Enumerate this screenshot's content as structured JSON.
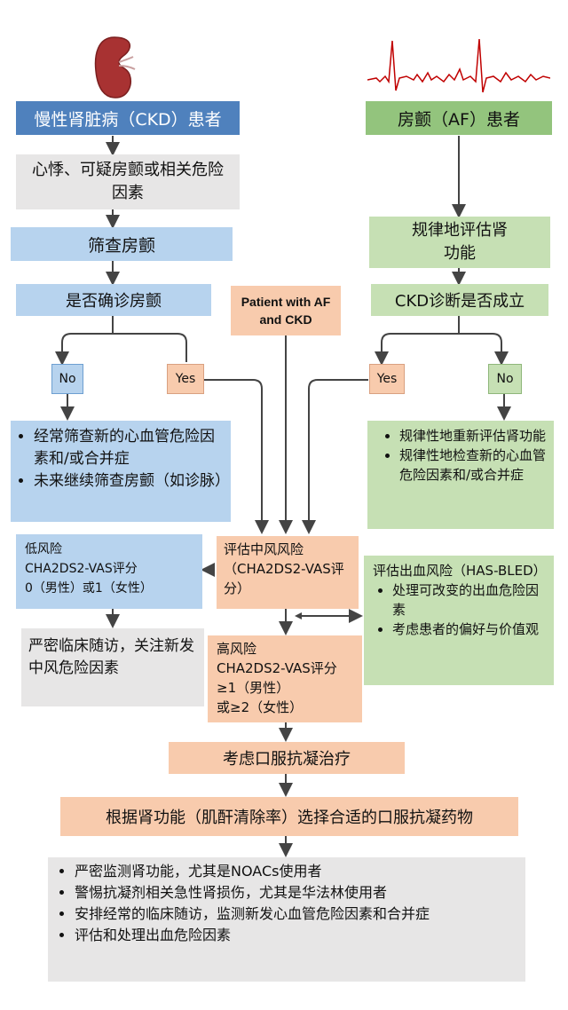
{
  "left": {
    "ckd_patient": "慢性肾脏病（CKD）患者",
    "symptoms": "心悸、可疑房颤或相关危险因素",
    "screen_af": "筛查房颤",
    "af_confirmed": "是否确诊房颤",
    "no_label": "No",
    "yes_label": "Yes",
    "no_actions": [
      "经常筛查新的心血管危险因素和/或合并症",
      "未来继续筛查房颤（如诊脉）"
    ],
    "low_risk_title": "低风险",
    "low_risk_score": "CHA2DS2-VAS评分",
    "low_risk_values": "0（男性）或1（女性）",
    "follow_up": "严密临床随访，关注新发中风危险因素"
  },
  "right": {
    "af_patient": "房颤（AF）患者",
    "assess_renal": "规律地评估肾功能",
    "ckd_confirmed": "CKD诊断是否成立",
    "yes_label": "Yes",
    "no_label": "No",
    "no_actions": [
      "规律性地重新评估肾功能",
      "规律性地检查新的心血管危险因素和/或合并症"
    ],
    "bleeding_title": "评估出血风险（HAS-BLED）",
    "bleeding_actions": [
      "处理可改变的出血危险因素",
      "考虑患者的偏好与价值观"
    ]
  },
  "center": {
    "patient_af_ckd": "Patient with AF and CKD",
    "stroke_risk": "评估中风风险（CHA2DS2-VAS评分）",
    "high_risk_title": "高风险",
    "high_risk_score": "CHA2DS2-VAS评分",
    "high_risk_male": "≥1（男性）",
    "high_risk_female": "或≥2（女性）",
    "consider_oac": "考虑口服抗凝治疗",
    "choose_oac": "根据肾功能（肌酐清除率）选择合适的口服抗凝药物",
    "final_actions": [
      "严密监测肾功能，尤其是NOACs使用者",
      "警惕抗凝剂相关急性肾损伤，尤其是华法林使用者",
      "安排经常的临床随访，监测新发心血管危险因素和合并症",
      "评估和处理出血危险因素"
    ]
  }
}
